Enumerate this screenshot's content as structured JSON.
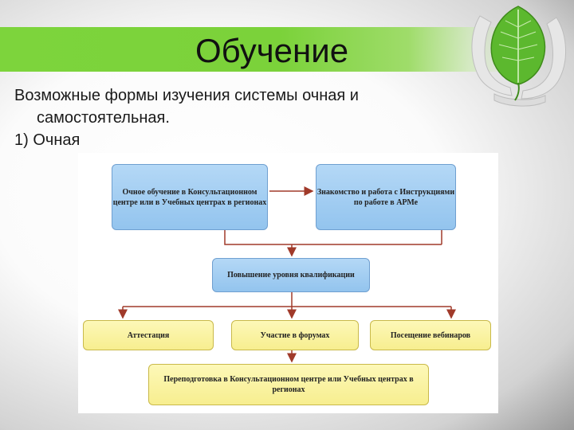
{
  "title": "Обучение",
  "body": {
    "line1": "Возможные формы изучения системы очная и",
    "line2": "самостоятельная.",
    "line3": "1) Очная"
  },
  "diagram": {
    "box_inperson": "Очное обучение в Консультационном центре или в Учебных центрах в регионах",
    "box_instructions": "Знакомство и работа с Инструкциями по работе в АРМе",
    "box_qualification": "Повышение уровня квалификации",
    "box_attestation": "Аттестация",
    "box_forums": "Участие в форумах",
    "box_webinars": "Посещение вебинаров",
    "box_retraining": "Переподготовка в Консультационном центре или Учебных центрах в регионах"
  },
  "colors": {
    "title_bar": "#7dd43c",
    "blue_box": "#93c4ee",
    "yellow_box": "#f7ee8f",
    "arrow": "#a03a2a"
  }
}
